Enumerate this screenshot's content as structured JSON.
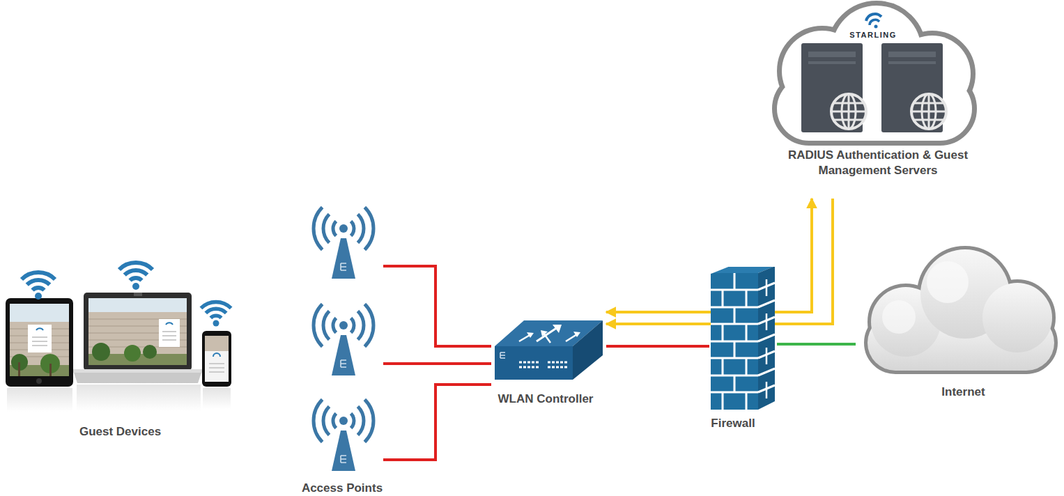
{
  "diagram": {
    "nodes": [
      {
        "text": [
          "Guest Devices"
        ]
      },
      {
        "text": [
          "Access Points"
        ]
      },
      {
        "text": [
          "WLAN Controller"
        ]
      },
      {
        "text": [
          "Firewall"
        ]
      },
      {
        "text": [
          "STARLING",
          "RADIUS Authentication & Guest Management Servers"
        ]
      },
      {
        "text": [
          "Internet"
        ]
      }
    ],
    "edges": [
      {
        "from": 1,
        "to": 2,
        "arrow": "none"
      },
      {
        "from": 1,
        "to": 2,
        "arrow": "none"
      },
      {
        "from": 1,
        "to": 2,
        "arrow": "none"
      },
      {
        "from": 2,
        "to": 3,
        "arrow": "none"
      },
      {
        "from": 4,
        "to": 2,
        "arrow": "to"
      },
      {
        "from": 2,
        "to": 4,
        "arrow": "both"
      },
      {
        "from": 3,
        "to": 5,
        "arrow": "none"
      }
    ]
  }
}
